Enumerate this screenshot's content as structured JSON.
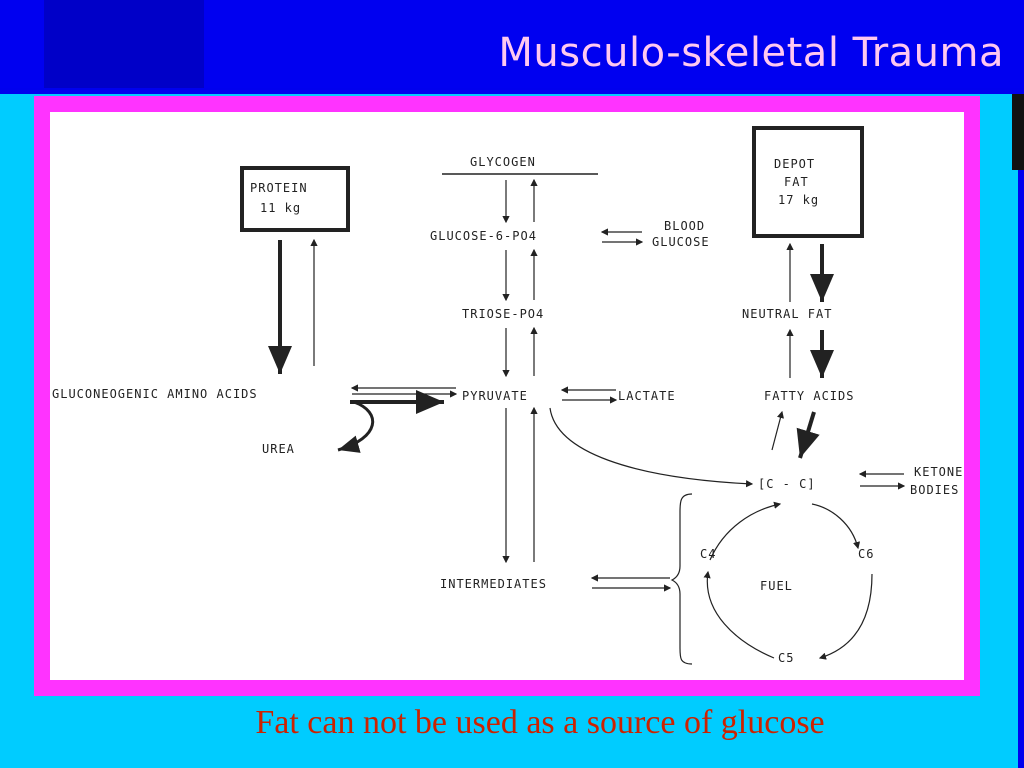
{
  "slide": {
    "title": "Musculo-skeletal Trauma",
    "caption": "Fat can not be used as a source of glucose"
  },
  "diagram": {
    "protein_title": "PROTEIN",
    "protein_mass": "11 kg",
    "depot_fat_line1": "DEPOT",
    "depot_fat_line2": "FAT",
    "depot_fat_mass": "17 kg",
    "glycogen": "GLYCOGEN",
    "glucose_6_po4": "GLUCOSE-6-PO4",
    "blood_glucose_line1": "BLOOD",
    "blood_glucose_line2": "GLUCOSE",
    "triose_po4": "TRIOSE-PO4",
    "neutral_fat": "NEUTRAL FAT",
    "gluconeogenic_amino_acids": "GLUCONEOGENIC AMINO ACIDS",
    "pyruvate": "PYRUVATE",
    "lactate": "LACTATE",
    "fatty_acids": "FATTY ACIDS",
    "urea": "UREA",
    "c_c": "[C - C]",
    "ketone_line1": "KETONE",
    "ketone_line2": "BODIES",
    "c4": "C4",
    "c6": "C6",
    "c5": "C5",
    "fuel": "FUEL",
    "intermediates": "INTERMEDIATES"
  }
}
